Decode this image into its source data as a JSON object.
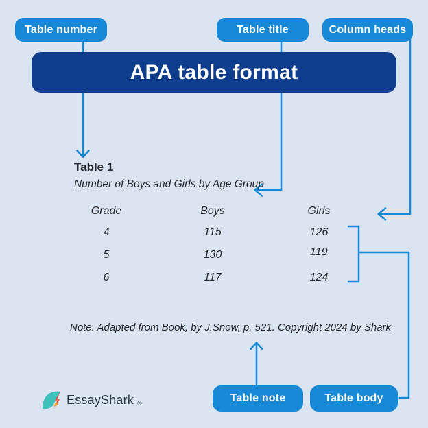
{
  "header": {
    "banner_label": "APA table format"
  },
  "callouts": {
    "table_number": {
      "label": "Table number"
    },
    "table_title": {
      "label": "Table title"
    },
    "column_heads": {
      "label": "Column heads"
    },
    "table_note": {
      "label": "Table note"
    },
    "table_body": {
      "label": "Table body"
    }
  },
  "sample_table": {
    "number": "Table 1",
    "title": "Number of Boys and Girls by Age Group",
    "columns": [
      "Grade",
      "Boys",
      "Girls"
    ],
    "rows": [
      [
        "4",
        "115",
        "126"
      ],
      [
        "5",
        "130",
        "119"
      ],
      [
        "6",
        "117",
        "124"
      ]
    ],
    "note": "Note. Adapted from Book, by J.Snow, p. 521. Copyright 2024 by Shark"
  },
  "branding": {
    "name": "EssayShark",
    "mark": "®"
  },
  "colors": {
    "background": "#dbe5f1",
    "pill_blue": "#1789d6",
    "banner_navy": "#0d3d8c",
    "line_blue": "#1789d6",
    "text_dark": "#25282c",
    "logo_teal": "#3ec0bb",
    "logo_red": "#ee4b3e",
    "logo_orange": "#f9a72b"
  }
}
